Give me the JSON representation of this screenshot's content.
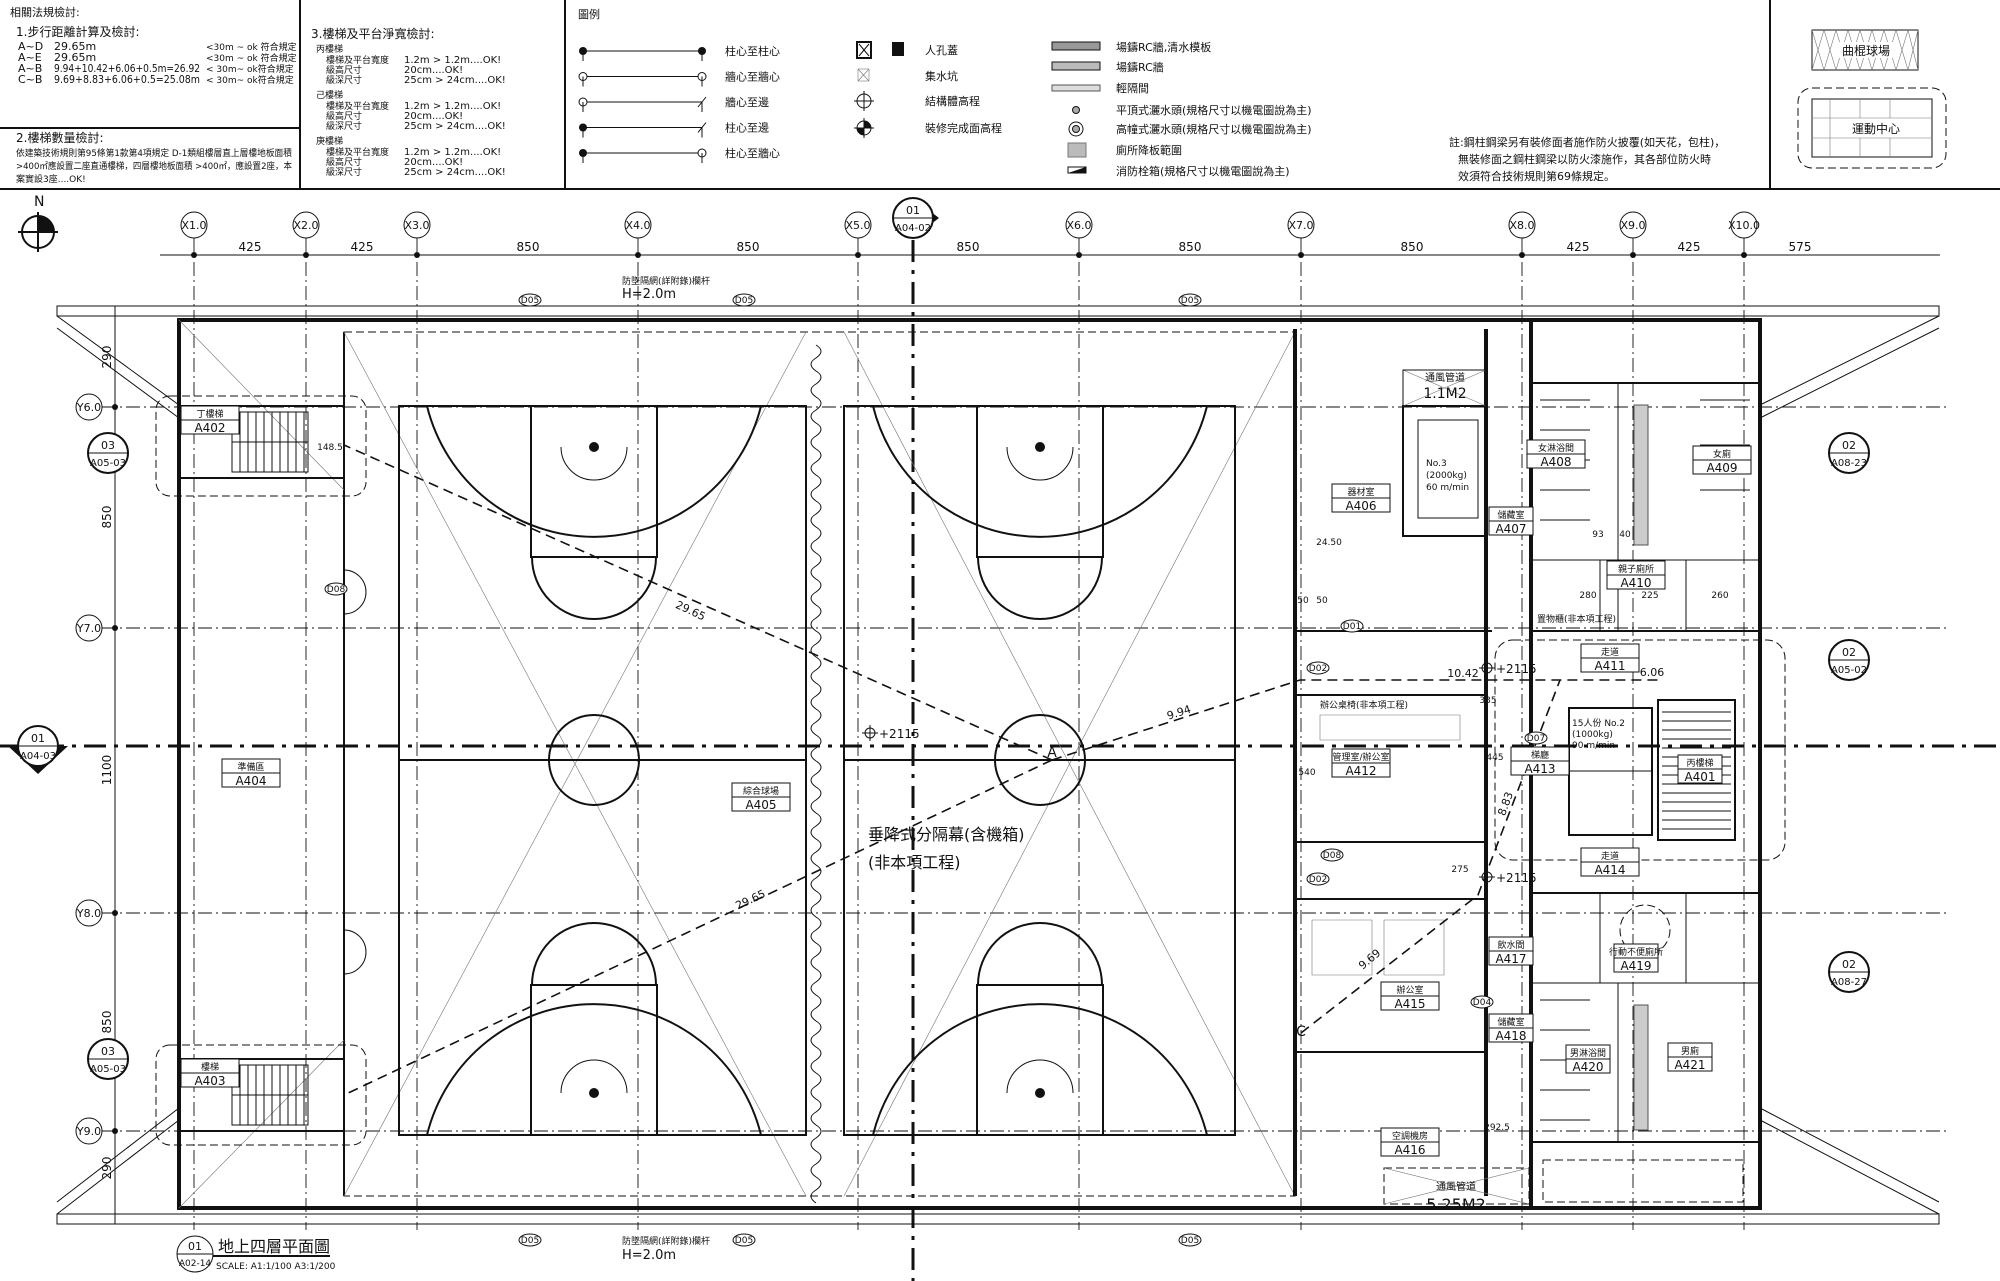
{
  "regulations": {
    "title": "相關法規檢討:",
    "s1_title": "1.步行距離計算及檢討:",
    "s1_rows": [
      {
        "k": "A~D",
        "v": "29.65m",
        "r": "<30m ~ ok 符合規定"
      },
      {
        "k": "A~E",
        "v": "29.65m",
        "r": "<30m ~ ok 符合規定"
      },
      {
        "k": "A~B",
        "v": "9.94+10.42+6.06+0.5m=26.92",
        "r": "< 30m~ ok符合規定"
      },
      {
        "k": "C~B",
        "v": "9.69+8.83+6.06+0.5=25.08m",
        "r": "< 30m~ ok符合規定"
      }
    ],
    "s2_title": "2.樓梯數量檢討:",
    "s2_lines": [
      "依建築技術規則第95條第1款第4項規定 D-1類組樓層直上層樓地板面積",
      ">400㎡應設置二座直通樓梯，四層樓地板面積 >400㎡，應設置2座，本",
      "案實設3座....OK!"
    ],
    "s3_title": "3.樓梯及平台淨寬檢討:",
    "s3_groups": [
      {
        "name": "丙樓梯",
        "rows": [
          [
            "樓梯及平台寬度",
            "1.2m  >  1.2m....OK!"
          ],
          [
            "級高尺寸",
            "20cm....OK!"
          ],
          [
            "級深尺寸",
            "25cm  >  24cm....OK!"
          ]
        ]
      },
      {
        "name": "己樓梯",
        "rows": [
          [
            "樓梯及平台寬度",
            "1.2m  >  1.2m....OK!"
          ],
          [
            "級高尺寸",
            "20cm....OK!"
          ],
          [
            "級深尺寸",
            "25cm  >  24cm....OK!"
          ]
        ]
      },
      {
        "name": "庚樓梯",
        "rows": [
          [
            "樓梯及平台寬度",
            "1.2m  >  1.2m....OK!"
          ],
          [
            "級高尺寸",
            "20cm....OK!"
          ],
          [
            "級深尺寸",
            "25cm  >  24cm....OK!"
          ]
        ]
      }
    ]
  },
  "legend": {
    "title": "圖例",
    "lines": [
      "柱心至柱心",
      "牆心至牆心",
      "牆心至邊",
      "柱心至邊",
      "柱心至牆心"
    ],
    "symbols": [
      "人孔蓋",
      "集水坑",
      "結構體高程",
      "裝修完成面高程"
    ],
    "materials": [
      "場鑄RC牆,清水模板",
      "場鑄RC牆",
      "輕隔間",
      "平頂式灑水頭(規格尺寸以機電圖說為主)",
      "高幢式灑水頭(規格尺寸以機電圖說為主)",
      "廁所降板範圍",
      "消防栓箱(規格尺寸以機電圖說為主)"
    ]
  },
  "note": {
    "lines": [
      "註:鋼柱鋼梁另有裝修面者施作防火披覆(如天花，包柱)，",
      "無裝修面之鋼柱鋼梁以防火漆施作，其各部位防火時",
      "效須符合技術規則第69條規定。"
    ]
  },
  "key_plan": {
    "top_label": "曲棍球場",
    "bottom_label": "運動中心"
  },
  "grid": {
    "cols": [
      "X1.0",
      "X2.0",
      "X3.0",
      "X4.0",
      "X5.0",
      "X6.0",
      "X7.0",
      "X8.0",
      "X9.0",
      "X10.0"
    ],
    "col_dims": [
      "425",
      "425",
      "850",
      "850",
      "850",
      "850",
      "850",
      "425",
      "425",
      "575"
    ],
    "rows": [
      "Y6.0",
      "Y7.0",
      "Y8.0",
      "Y9.0"
    ],
    "row_dims": [
      "290",
      "850",
      "1100",
      "850",
      "290"
    ]
  },
  "callouts": [
    {
      "num": "01",
      "sheet": "A04-02"
    },
    {
      "num": "01",
      "sheet": "A04-03"
    },
    {
      "num": "03",
      "sheet": "A05-03"
    },
    {
      "num": "03",
      "sheet": "A05-03"
    },
    {
      "num": "02",
      "sheet": "A08-23"
    },
    {
      "num": "02",
      "sheet": "A05-02"
    },
    {
      "num": "02",
      "sheet": "A08-27"
    }
  ],
  "rooms": [
    {
      "name": "丁樓梯",
      "code": "A402"
    },
    {
      "name": "樓梯",
      "code": "A403"
    },
    {
      "name": "準備區",
      "code": "A404"
    },
    {
      "name": "綜合球場",
      "code": "A405"
    },
    {
      "name": "器材室",
      "code": "A406"
    },
    {
      "name": "儲藏室",
      "code": "A407"
    },
    {
      "name": "女淋浴間",
      "code": "A408"
    },
    {
      "name": "女廁",
      "code": "A409"
    },
    {
      "name": "親子廁所",
      "code": "A410"
    },
    {
      "name": "走道",
      "code": "A411"
    },
    {
      "name": "管理室/辦公室",
      "code": "A412"
    },
    {
      "name": "梯廳",
      "code": "A413"
    },
    {
      "name": "走道",
      "code": "A414"
    },
    {
      "name": "辦公室",
      "code": "A415"
    },
    {
      "name": "空調機房",
      "code": "A416"
    },
    {
      "name": "飲水間",
      "code": "A417"
    },
    {
      "name": "儲藏室",
      "code": "A418"
    },
    {
      "name": "行動不便廁所",
      "code": "A419"
    },
    {
      "name": "男淋浴間",
      "code": "A420"
    },
    {
      "name": "男廁",
      "code": "A421"
    },
    {
      "name": "丙樓梯",
      "code": "A401"
    }
  ],
  "annotations": {
    "curtain_1": "垂降式分隔幕(含機箱)",
    "curtain_2": "(非本項工程)",
    "rail_top": "防墜隔網(詳附錄)欄杆",
    "rail_top_h": "H=2.0m",
    "rail_bottom": "防墜隔網(詳附錄)欄杆",
    "rail_bottom_h": "H=2.0m",
    "duct_1_label": "通風管道",
    "duct_1_area": "1.1M2",
    "duct_2_label": "通風管道",
    "duct_2_area": "5.25M2",
    "elev3": [
      "No.3",
      "(2000kg)",
      "60 m/min"
    ],
    "elev2": [
      "15人份 No.2",
      "(1000kg)",
      "90 m/min"
    ],
    "locker": "置物櫃(非本項工程)",
    "desks": "辦公桌椅(非本項工程)",
    "elevations": [
      "+2115",
      "+2115",
      "+2115"
    ],
    "points": [
      "A",
      "C"
    ],
    "distances": [
      "29.65",
      "29.65",
      "9.94",
      "10.42",
      "6.06",
      "8.83",
      "9.69"
    ],
    "dims": [
      "50",
      "50",
      "24.50",
      "148.5",
      "335",
      "540",
      "275",
      "445",
      "292.5",
      "280",
      "260",
      "225",
      "93",
      "40"
    ],
    "door_tags": [
      "D05",
      "D05",
      "D05",
      "D05",
      "D05",
      "D05",
      "D08",
      "D02",
      "D02",
      "D08",
      "D04",
      "D07",
      "D01"
    ]
  },
  "title_block": {
    "num": "01",
    "sheet": "A02-14",
    "title": "地上四層平面圖",
    "scale": "SCALE: A1:1/100  A3:1/200"
  },
  "north": "N"
}
